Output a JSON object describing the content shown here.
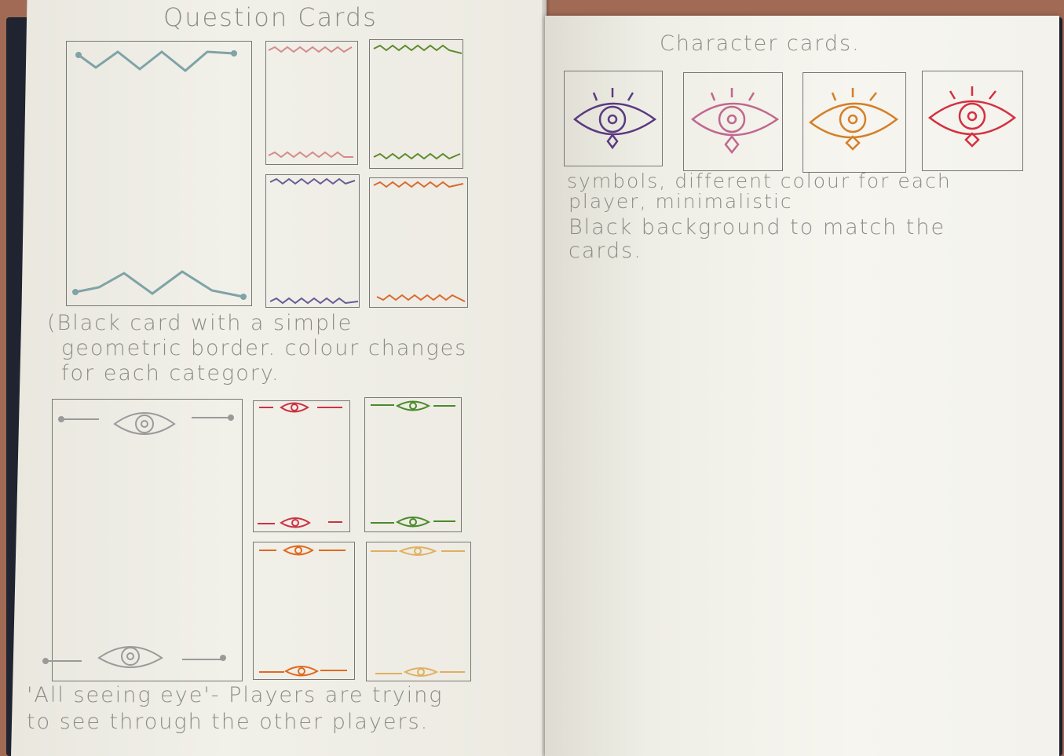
{
  "left_page": {
    "title": "Question Cards",
    "note_lines": [
      "(Black card with a simple",
      "geometric border. colour changes",
      "for each category."
    ],
    "caption_lines": [
      "'All seeing eye'- Players are trying",
      "to see through the other players."
    ],
    "border_colors": [
      "#d48a8a",
      "#5e8a2e",
      "#6a5a96",
      "#d96a30"
    ],
    "eye_colors": [
      "#cc3344",
      "#4a8a2a",
      "#e06a20",
      "#e0b060"
    ],
    "main_color": "#7fa3a6"
  },
  "right_page": {
    "title": "Character cards.",
    "note_lines": [
      "symbols, different colour for each",
      "player, minimalistic",
      "Black background to match the",
      "cards."
    ],
    "eye_colors": [
      "#5a3a80",
      "#c06890",
      "#d4802a",
      "#d43040"
    ]
  }
}
